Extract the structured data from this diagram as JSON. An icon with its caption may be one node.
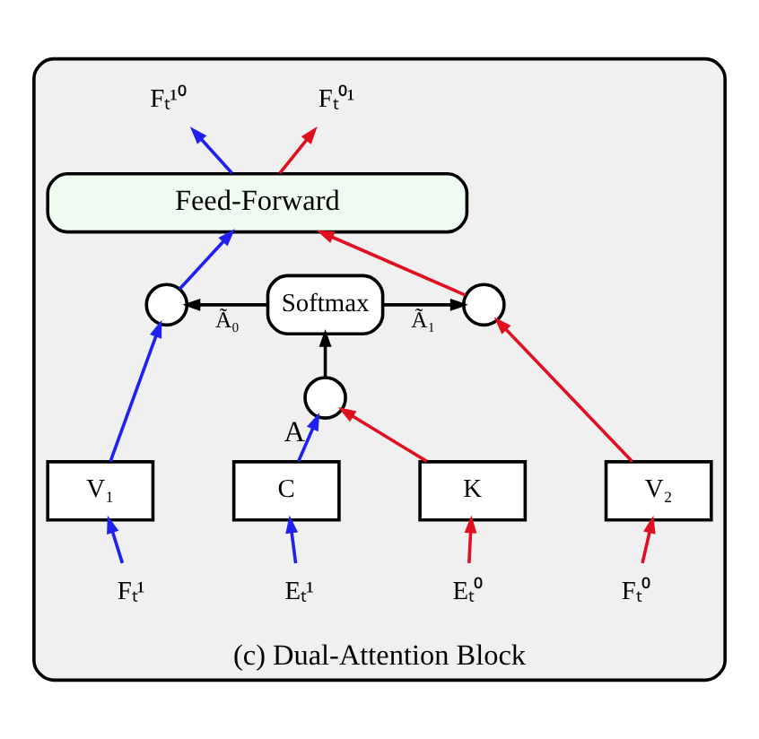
{
  "diagram": {
    "nodes": [
      {
        "text": [
          "(c) Dual-Attention Block"
        ]
      },
      {
        "text": [
          "Feed-Forward"
        ],
        "in": 0
      },
      {
        "text": [],
        "shape": "circle",
        "in": 0
      },
      {
        "text": [
          "Softmax"
        ],
        "in": 0
      },
      {
        "text": [],
        "shape": "circle",
        "in": 0
      },
      {
        "text": [],
        "shape": "circle",
        "in": 0,
        "beside": [
          "A"
        ]
      },
      {
        "text": [
          "V₁"
        ],
        "in": 0
      },
      {
        "text": [
          "C"
        ],
        "in": 0
      },
      {
        "text": [
          "K"
        ],
        "in": 0
      },
      {
        "text": [
          "V₂"
        ],
        "in": 0
      },
      {
        "text": [
          "Fₜ¹"
        ],
        "in": 0
      },
      {
        "text": [
          "Eₜ¹"
        ],
        "in": 0
      },
      {
        "text": [
          "Eₜ⁰"
        ],
        "in": 0
      },
      {
        "text": [
          "Fₜ⁰"
        ],
        "in": 0
      },
      {
        "text": [
          "Fₜ¹⁰"
        ],
        "in": 0
      },
      {
        "text": [
          "Fₜ⁰¹"
        ],
        "in": 0
      }
    ],
    "edges": [
      {
        "from": 10,
        "to": 6,
        "arrow": "to",
        "color": "#2020f0"
      },
      {
        "from": 11,
        "to": 7,
        "arrow": "to",
        "color": "#2020f0"
      },
      {
        "from": 12,
        "to": 8,
        "arrow": "to",
        "color": "#e01020"
      },
      {
        "from": 13,
        "to": 9,
        "arrow": "to",
        "color": "#e01020"
      },
      {
        "from": 6,
        "to": 2,
        "arrow": "to",
        "color": "#2020f0"
      },
      {
        "from": 7,
        "to": 5,
        "arrow": "to",
        "color": "#2020f0"
      },
      {
        "from": 8,
        "to": 5,
        "arrow": "to",
        "color": "#e01020"
      },
      {
        "from": 9,
        "to": 4,
        "arrow": "to",
        "color": "#e01020"
      },
      {
        "from": 5,
        "to": 3,
        "arrow": "to",
        "color": "#000000"
      },
      {
        "from": 3,
        "to": 2,
        "arrow": "to",
        "label": "Ã₀",
        "color": "#000000"
      },
      {
        "from": 3,
        "to": 4,
        "arrow": "to",
        "label": "Ã₁",
        "color": "#000000"
      },
      {
        "from": 2,
        "to": 1,
        "arrow": "to",
        "color": "#2020f0"
      },
      {
        "from": 4,
        "to": 1,
        "arrow": "to",
        "color": "#e01020"
      },
      {
        "from": 1,
        "to": 14,
        "arrow": "to",
        "color": "#2020f0"
      },
      {
        "from": 1,
        "to": 15,
        "arrow": "to",
        "color": "#e01020"
      }
    ]
  }
}
